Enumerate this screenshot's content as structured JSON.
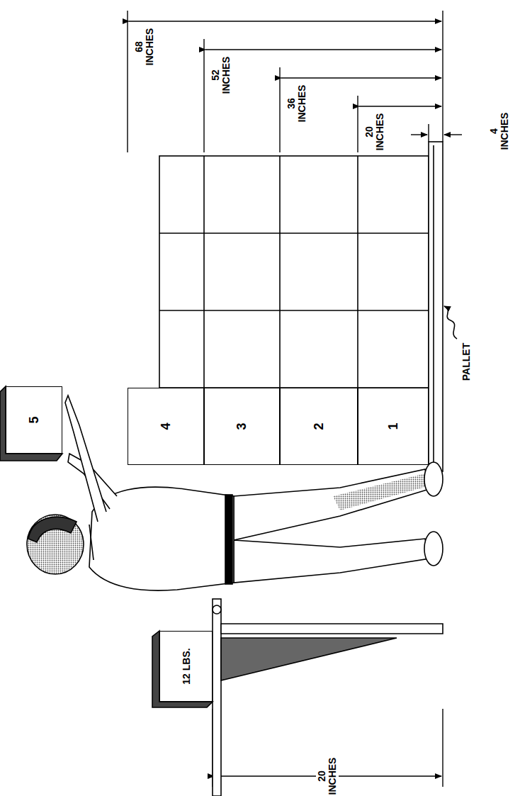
{
  "diagram": {
    "nodes": [
      {
        "text": [
          "12 LBS."
        ]
      },
      {
        "text": [
          "5"
        ]
      },
      {
        "text": [
          "4"
        ]
      },
      {
        "text": [
          "3"
        ]
      },
      {
        "text": [
          "2"
        ]
      },
      {
        "text": [
          "1"
        ]
      }
    ],
    "labels": [
      "68 INCHES",
      "52 INCHES",
      "36 INCHES",
      "20 INCHES",
      "4 INCHES",
      "PALLET",
      "20 INCHES"
    ]
  }
}
